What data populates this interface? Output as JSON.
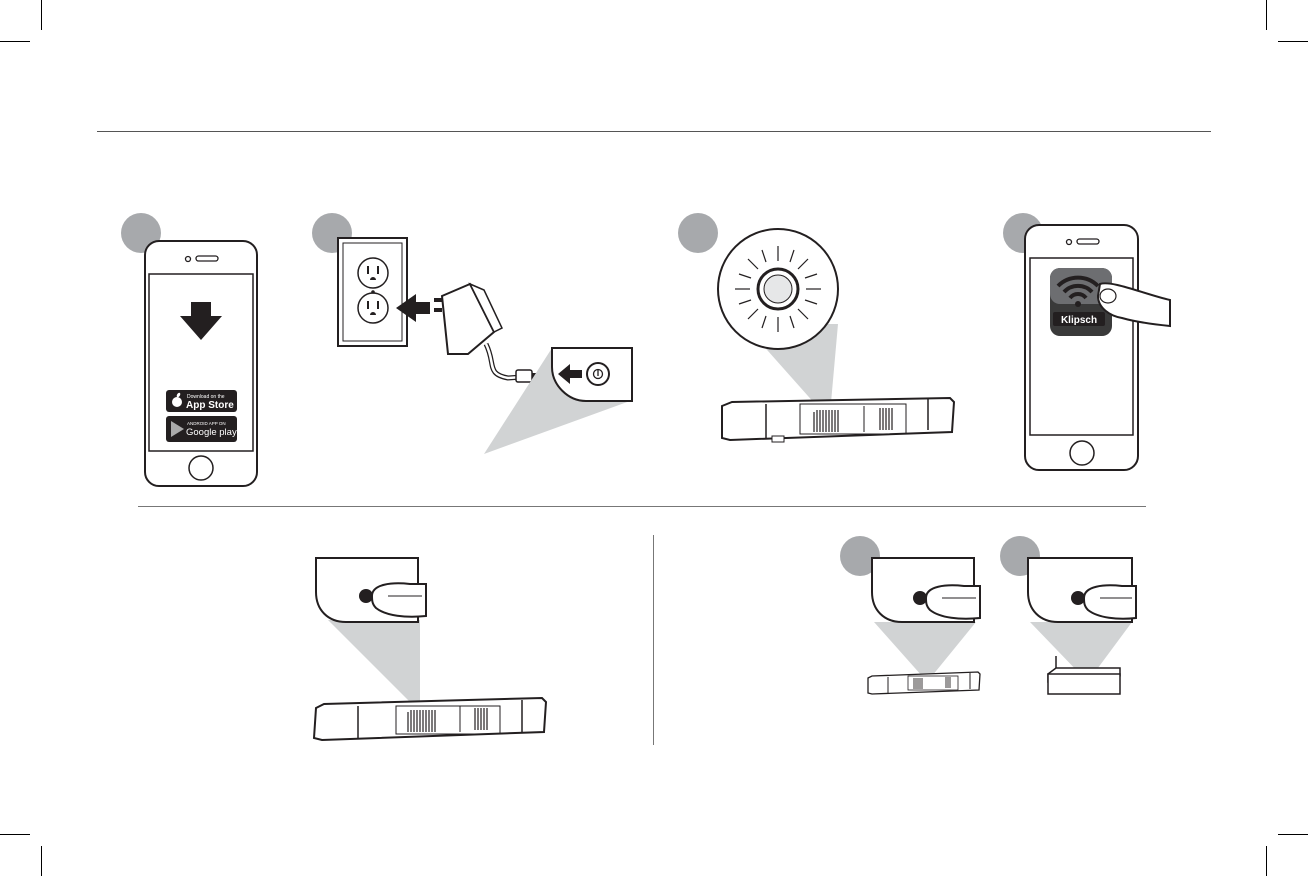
{
  "badges": {
    "app_store_small": "Download on the",
    "app_store_big": "App Store",
    "google_small": "ANDROID APP ON",
    "google_big": "Google play"
  },
  "app_tile": {
    "brand": "Klipsch"
  },
  "colors": {
    "step_circle": "#a7a9ac",
    "cone": "#d1d3d4",
    "ink": "#231f20"
  }
}
